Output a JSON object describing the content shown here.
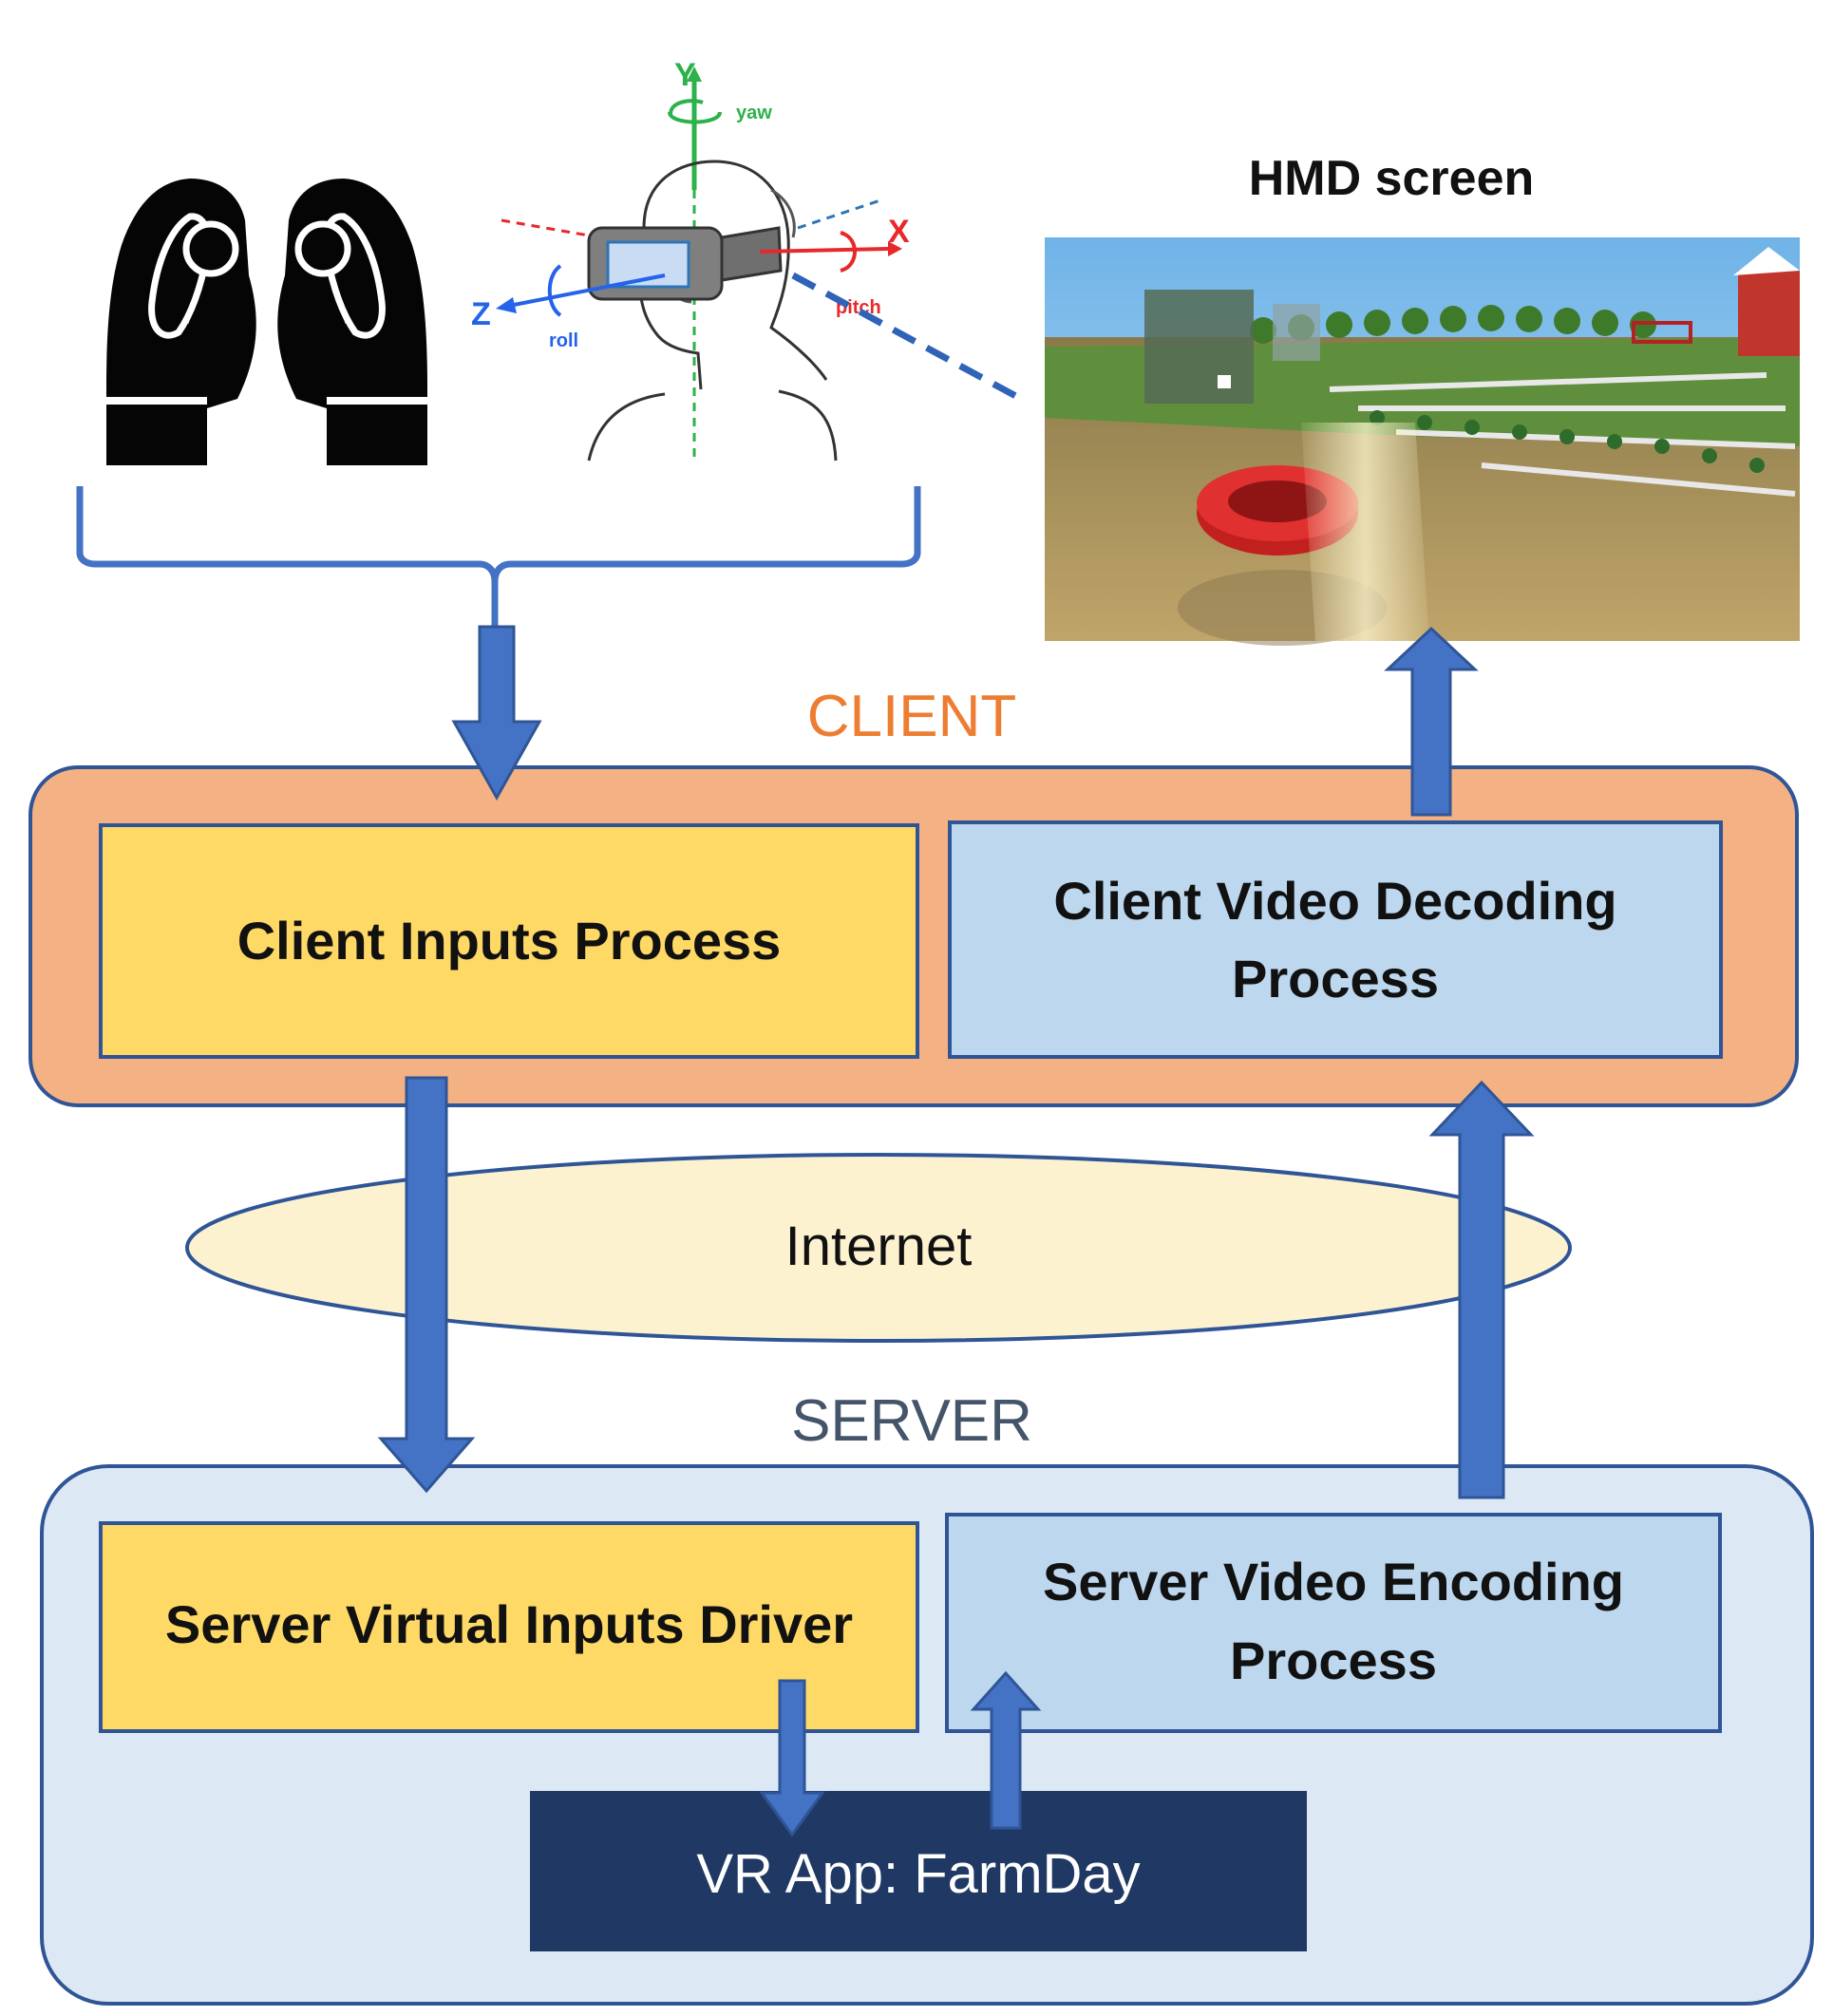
{
  "hmd": {
    "title": "HMD screen"
  },
  "head_axes": {
    "y": "Y",
    "yaw": "yaw",
    "x": "X",
    "pitch": "pitch",
    "z": "Z",
    "roll": "roll"
  },
  "client": {
    "title": "CLIENT",
    "inputs_process": "Client Inputs Process",
    "decoding_line1": "Client Video Decoding",
    "decoding_line2": "Process"
  },
  "internet": {
    "label": "Internet"
  },
  "server": {
    "title": "SERVER",
    "virtual_inputs": "Server Virtual Inputs Driver",
    "encoding_line1": "Server Video Encoding",
    "encoding_line2": "Process"
  },
  "vr_app": {
    "label": "VR App: FarmDay"
  },
  "colors": {
    "arrow": "#4472c4",
    "client_bg": "#f4b183",
    "client_border": "#2f5597",
    "client_title": "#ed7d31",
    "yellow_box": "#ffd966",
    "blue_box": "#bdd7ee",
    "server_bg": "#dde8f5",
    "server_title": "#44546a",
    "internet_bg": "#fdf2d0",
    "vr_app_bg": "#203864"
  }
}
